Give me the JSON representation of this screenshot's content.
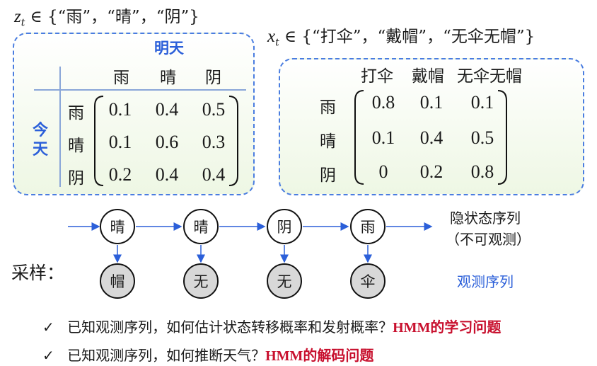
{
  "z_set": {
    "var": "z",
    "sub": "t",
    "text": " ∈ {“雨”，“晴”，“阴”}"
  },
  "x_set": {
    "var": "x",
    "sub": "t",
    "text": " ∈ {“打伞”，“戴帽”，“无伞无帽”}"
  },
  "transition": {
    "col_header": "明天",
    "row_header": [
      "今",
      "天"
    ],
    "cols": [
      "雨",
      "晴",
      "阴"
    ],
    "rows": [
      "雨",
      "晴",
      "阴"
    ],
    "values": [
      [
        "0.1",
        "0.4",
        "0.5"
      ],
      [
        "0.1",
        "0.6",
        "0.3"
      ],
      [
        "0.2",
        "0.4",
        "0.4"
      ]
    ]
  },
  "emission": {
    "cols": [
      "打伞",
      "戴帽",
      "无伞无帽"
    ],
    "rows": [
      "雨",
      "晴",
      "阴"
    ],
    "values": [
      [
        "0.8",
        "0.1",
        "0.1"
      ],
      [
        "0.1",
        "0.4",
        "0.5"
      ],
      [
        "0",
        "0.2",
        "0.8"
      ]
    ]
  },
  "hidden_states": [
    "晴",
    "晴",
    "阴",
    "雨"
  ],
  "observations": [
    "帽",
    "无",
    "无",
    "伞"
  ],
  "hidden_label": [
    "隐状态序列",
    "（不可观测）"
  ],
  "observed_label": "观测序列",
  "sampling_label": "采样：",
  "questions": [
    {
      "mark": "✓",
      "text": "已知观测序列，如何估计状态转移概率和发射概率？",
      "tag": "HMM的学习问题"
    },
    {
      "mark": "✓",
      "text": "已知观测序列，如何推断天气？",
      "tag": "HMM的解码问题"
    }
  ],
  "colors": {
    "accent": "#2b5fd9",
    "red": "#c8102e",
    "box_border": "#4a7de0",
    "box_fill": "#eef7e4",
    "obs_fill": "#d8d8d8"
  }
}
